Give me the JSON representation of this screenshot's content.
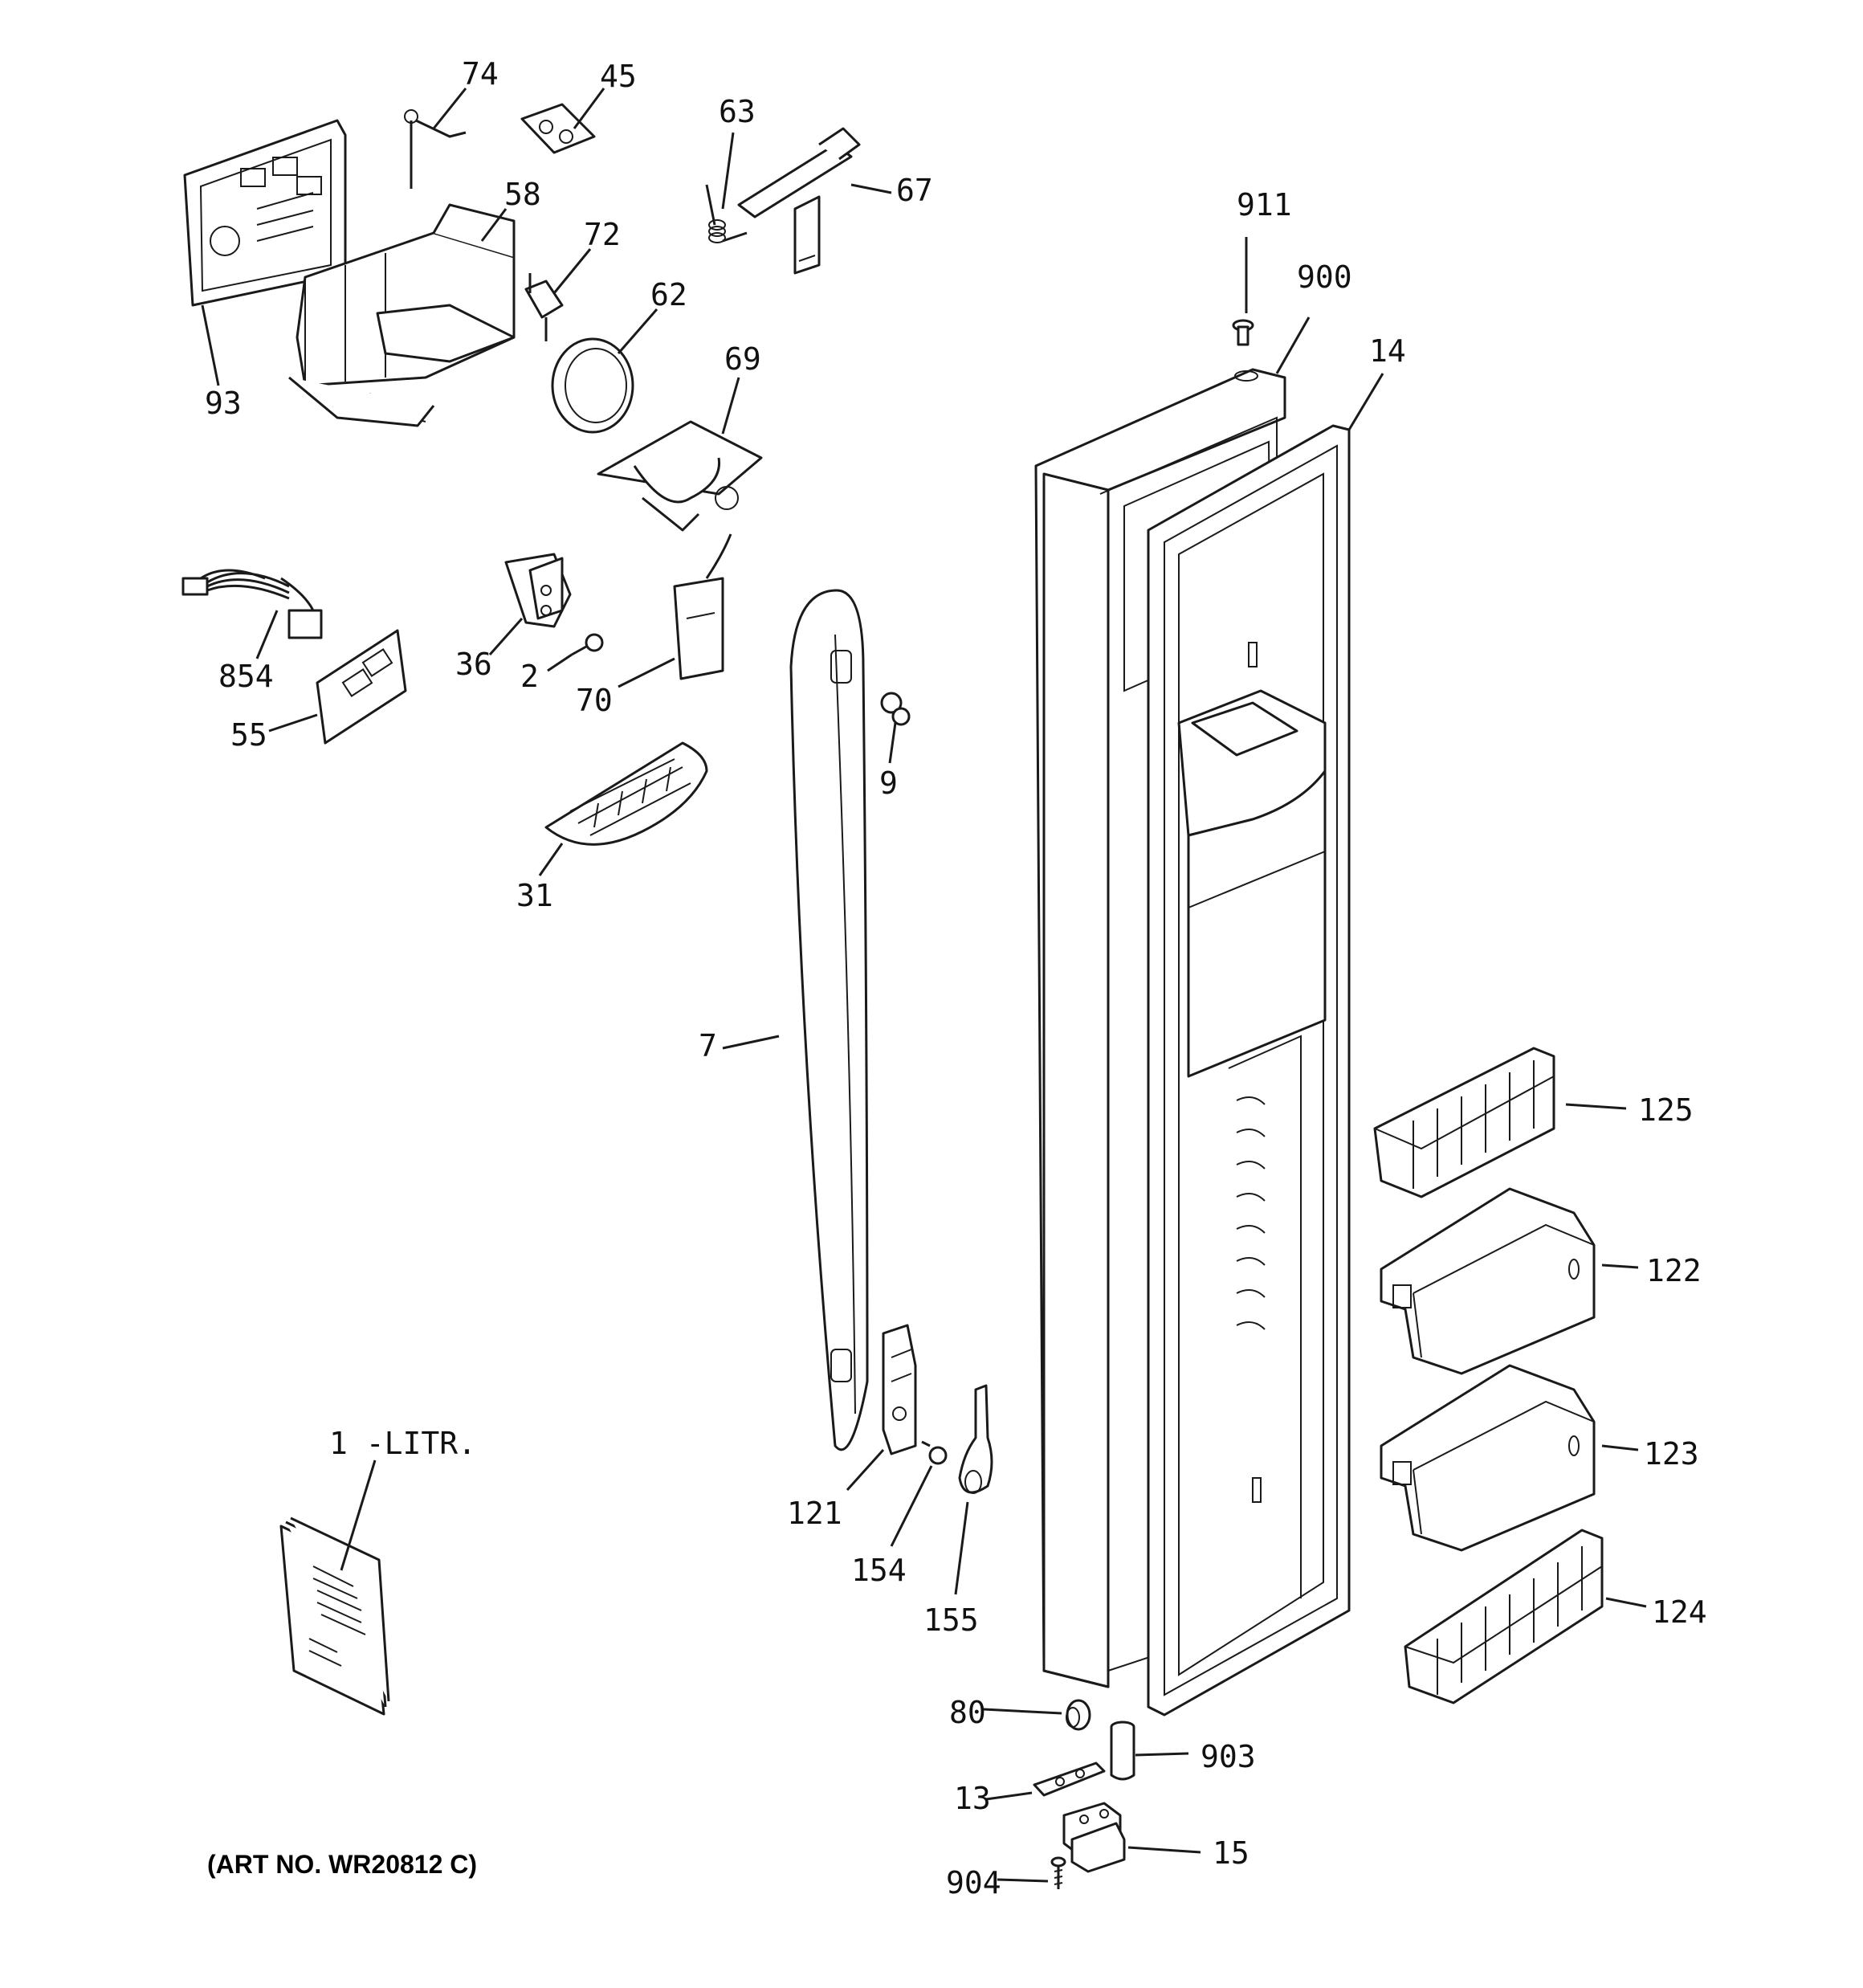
{
  "title": "",
  "art_number": "(ART NO. WR20812 C)",
  "labels": {
    "p74": "74",
    "p45": "45",
    "p63": "63",
    "p67": "67",
    "p58": "58",
    "p72": "72",
    "p62": "62",
    "p69": "69",
    "p93": "93",
    "p911": "911",
    "p900": "900",
    "p14": "14",
    "p854": "854",
    "p36": "36",
    "p2": "2",
    "p70": "70",
    "p55": "55",
    "p9": "9",
    "p31": "31",
    "p7": "7",
    "p125": "125",
    "p122": "122",
    "p123": "123",
    "p124": "124",
    "p1litr": "1 -LITR.",
    "p121": "121",
    "p154": "154",
    "p155": "155",
    "p80": "80",
    "p903": "903",
    "p13": "13",
    "p15": "15",
    "p904": "904"
  }
}
